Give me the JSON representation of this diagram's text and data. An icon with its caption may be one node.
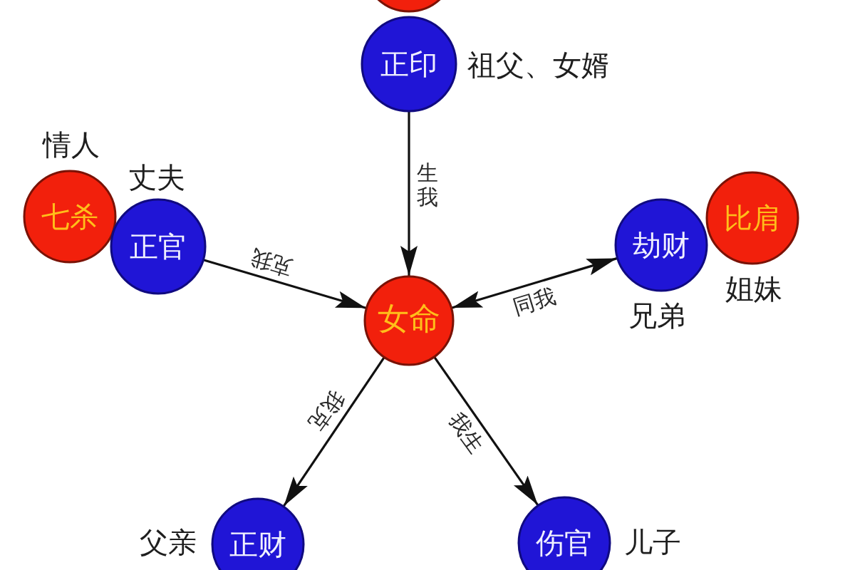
{
  "diagram": {
    "nodes": [
      {
        "text": [],
        "shape": "circle"
      },
      {
        "text": [
          "正印"
        ],
        "beside": [
          "祖父、女婿"
        ]
      },
      {
        "text": [
          "七杀"
        ],
        "beside": [
          "情人"
        ]
      },
      {
        "text": [
          "正官"
        ],
        "beside": [
          "丈夫"
        ]
      },
      {
        "text": [
          "劫财"
        ],
        "beside": [
          "兄弟"
        ]
      },
      {
        "text": [
          "比肩"
        ],
        "beside": [
          "姐妹"
        ]
      },
      {
        "text": [
          "女命"
        ]
      },
      {
        "text": [
          "正财"
        ],
        "beside": [
          "父亲"
        ]
      },
      {
        "text": [
          "伤官"
        ],
        "beside": [
          "儿子"
        ]
      }
    ],
    "edges": [
      {
        "from": 1,
        "to": 6,
        "arrow": "to",
        "label": "生我"
      },
      {
        "from": 3,
        "to": 6,
        "arrow": "to",
        "label": "克我"
      },
      {
        "from": 6,
        "to": 4,
        "arrow": "both",
        "label": "同我"
      },
      {
        "from": 6,
        "to": 7,
        "arrow": "to",
        "label": "我克"
      },
      {
        "from": 6,
        "to": 8,
        "arrow": "to",
        "label": "我生"
      }
    ]
  }
}
